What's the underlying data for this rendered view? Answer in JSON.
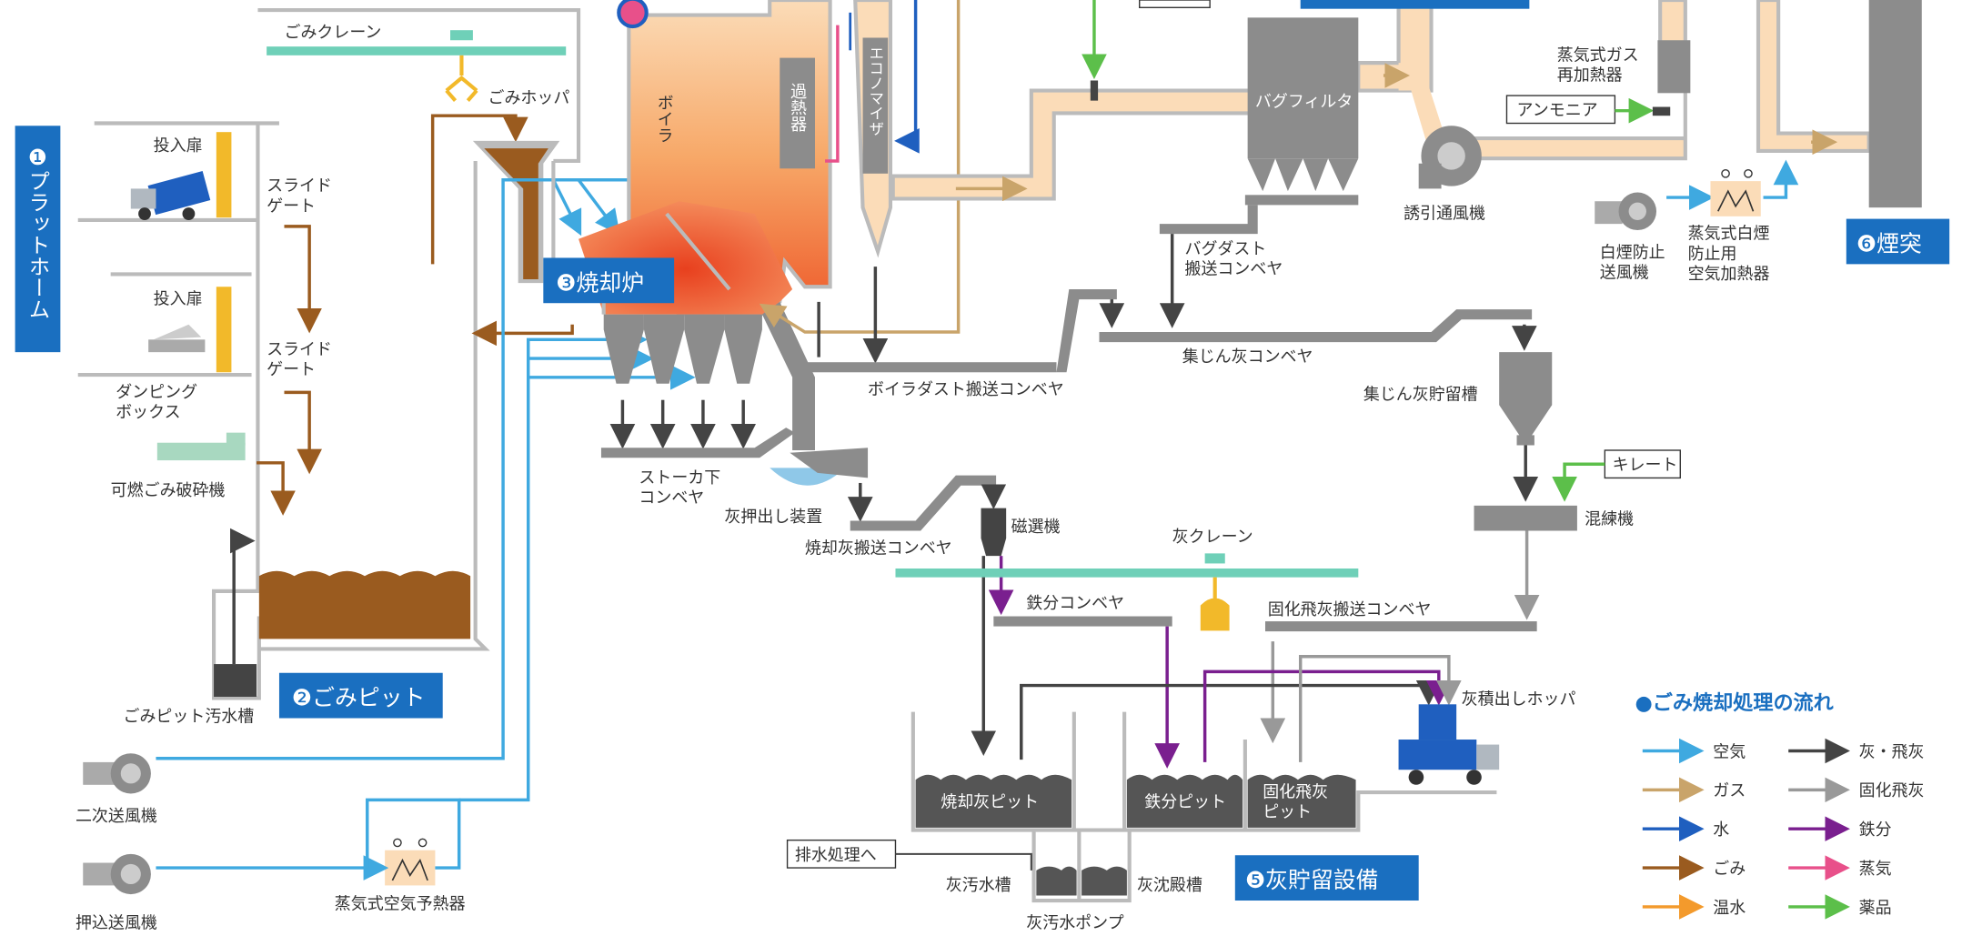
{
  "colors": {
    "air": "#3fa9e0",
    "gas": "#c9a46a",
    "water": "#1f5fbf",
    "garbage": "#9a5b1f",
    "hot_water": "#f39a2c",
    "ash": "#444444",
    "solid_ash": "#999999",
    "iron": "#7a1f8f",
    "steam": "#e8508a",
    "chemical": "#5cbf4a",
    "section": "#1a6fc0",
    "crane": "#6fd0b8",
    "duct": "#fbdcb8",
    "machine": "#8c8c8c",
    "pit_fill": "#9a5b1f"
  },
  "sections": {
    "platform": "❶プラットホーム",
    "garbage_pit": "❷ごみピット",
    "incinerator": "❸焼却炉",
    "ash_storage": "❺灰貯留設備",
    "chimney": "❻煙突"
  },
  "labels": {
    "garbage_crane": "ごみクレーン",
    "garbage_hopper": "ごみホッパ",
    "input_door_1": "投入扉",
    "input_door_2": "投入扉",
    "slide_gate_1": "スライド\nゲート",
    "slide_gate_2": "スライド\nゲート",
    "dumping_box": "ダンピング\nボックス",
    "crusher": "可燃ごみ破砕機",
    "pit_wastewater": "ごみピット汚水槽",
    "secondary_fan": "二次送風機",
    "push_fan": "押込送風機",
    "steam_air_preheater": "蒸気式空気予熱器",
    "boiler": "ボイラ",
    "superheater": "過熱器",
    "economizer": "エコノマイザ",
    "stoker_conveyor": "ストーカ下\nコンベヤ",
    "ash_extruder": "灰押出し装置",
    "boiler_dust_conveyor": "ボイラダスト搬送コンベヤ",
    "bag_filter": "バグフィルタ",
    "bag_dust_conveyor": "バグダスト\n搬送コンベヤ",
    "fly_ash_conveyor": "集じん灰コンベヤ",
    "induced_fan": "誘引通風機",
    "steam_gas_reheater": "蒸気式ガス\n再加熱器",
    "ammonia": "アンモニア",
    "white_smoke_fan": "白煙防止\n送風機",
    "white_smoke_heater": "蒸気式白煙\n防止用\n空気加熱器",
    "fly_ash_silo": "集じん灰貯留槽",
    "chelate": "キレート",
    "kneader": "混練機",
    "magnetic_separator": "磁選機",
    "bottom_ash_conveyor": "焼却灰搬送コンベヤ",
    "ash_crane": "灰クレーン",
    "iron_conveyor": "鉄分コンベヤ",
    "solid_fly_ash_conveyor": "固化飛灰搬送コンベヤ",
    "ash_loading_hopper": "灰積出しホッパ",
    "bottom_ash_pit": "焼却灰ピット",
    "iron_pit": "鉄分ピット",
    "solid_fly_ash_pit": "固化飛灰\nピット",
    "to_drainage": "排水処理へ",
    "ash_wastewater_tank": "灰汚水槽",
    "ash_settling_tank": "灰沈殿槽",
    "ash_wastewater_pump": "灰汚水ポンプ"
  },
  "legend": {
    "title": "●ごみ焼却処理の流れ",
    "items": [
      {
        "label": "空気",
        "color": "#3fa9e0"
      },
      {
        "label": "ガス",
        "color": "#c9a46a"
      },
      {
        "label": "水",
        "color": "#1f5fbf"
      },
      {
        "label": "ごみ",
        "color": "#9a5b1f"
      },
      {
        "label": "温水",
        "color": "#f39a2c"
      },
      {
        "label": "灰・飛灰",
        "color": "#444444"
      },
      {
        "label": "固化飛灰",
        "color": "#999999"
      },
      {
        "label": "鉄分",
        "color": "#7a1f8f"
      },
      {
        "label": "蒸気",
        "color": "#e8508a"
      },
      {
        "label": "薬品",
        "color": "#5cbf4a"
      }
    ]
  }
}
